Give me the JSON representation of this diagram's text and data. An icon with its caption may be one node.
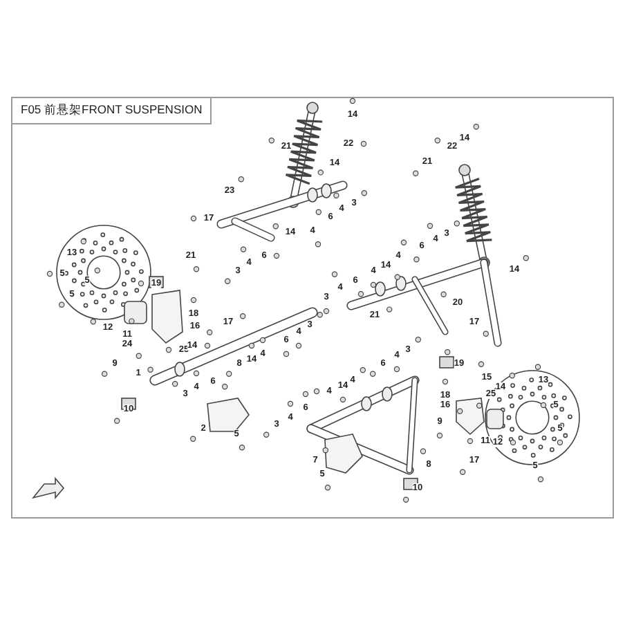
{
  "diagram": {
    "title": "F05 前悬架FRONT SUSPENSION",
    "labels": [
      "21",
      "14",
      "22",
      "14",
      "23",
      "17",
      "14",
      "4",
      "3",
      "4",
      "6",
      "14",
      "22",
      "21",
      "3",
      "4",
      "6",
      "14",
      "4",
      "14",
      "4",
      "6",
      "4",
      "3",
      "20",
      "21",
      "17",
      "21",
      "6",
      "4",
      "3",
      "13",
      "5",
      "5",
      "5",
      "19",
      "18",
      "16",
      "17",
      "12",
      "11",
      "24",
      "25",
      "14",
      "9",
      "1",
      "3",
      "4",
      "6",
      "4",
      "14",
      "8",
      "6",
      "4",
      "3",
      "10",
      "2",
      "5",
      "3",
      "4",
      "6",
      "7",
      "19",
      "3",
      "4",
      "6",
      "4",
      "14",
      "4",
      "15",
      "18",
      "16",
      "25",
      "14",
      "13",
      "5",
      "5",
      "5",
      "9",
      "11",
      "12",
      "17",
      "8",
      "10",
      "5"
    ]
  }
}
